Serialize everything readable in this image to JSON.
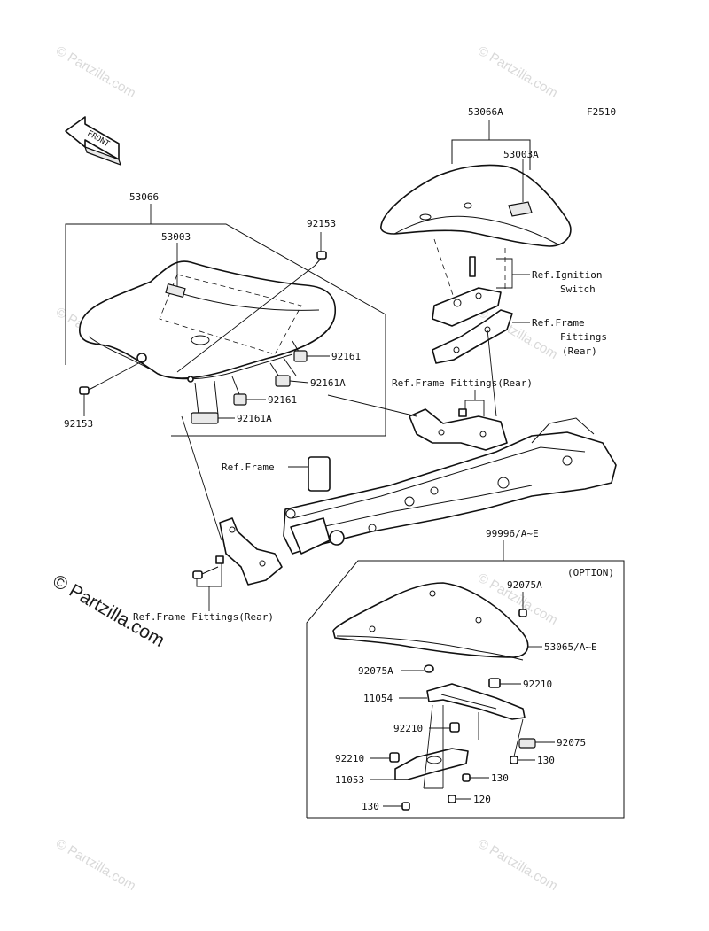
{
  "figure_code": "F2510",
  "front_arrow_label": "FRONT",
  "watermarks": {
    "small": "© Partzilla.com",
    "large": "© Partzilla.com"
  },
  "labels": {
    "l53066A": "53066A",
    "l53003A": "53003A",
    "l53066": "53066",
    "l53003": "53003",
    "l92153_top": "92153",
    "l92153_bottom": "92153",
    "l92161_a": "92161",
    "l92161A_a": "92161A",
    "l92161_b": "92161",
    "l92161A_b": "92161A",
    "ref_ignition_1": "Ref.Ignition",
    "ref_ignition_2": "Switch",
    "ref_frame_fit_1": "Ref.Frame",
    "ref_frame_fit_2": "Fittings",
    "ref_frame_fit_3": "(Rear)",
    "ref_frame_fittings_rear_mid": "Ref.Frame Fittings(Rear)",
    "ref_frame": "Ref.Frame",
    "ref_frame_fittings_rear_low": "Ref.Frame Fittings(Rear)",
    "l99996": "99996/A~E",
    "option": "(OPTION)",
    "l92075A_top": "92075A",
    "l53065": "53065/A~E",
    "l92075A_mid": "92075A",
    "l11054": "11054",
    "l92210_r": "92210",
    "l92210_m": "92210",
    "l92075": "92075",
    "l92210_l": "92210",
    "l130_r": "130",
    "l11053": "11053",
    "l130_m": "130",
    "l130_l": "130",
    "l120": "120"
  }
}
